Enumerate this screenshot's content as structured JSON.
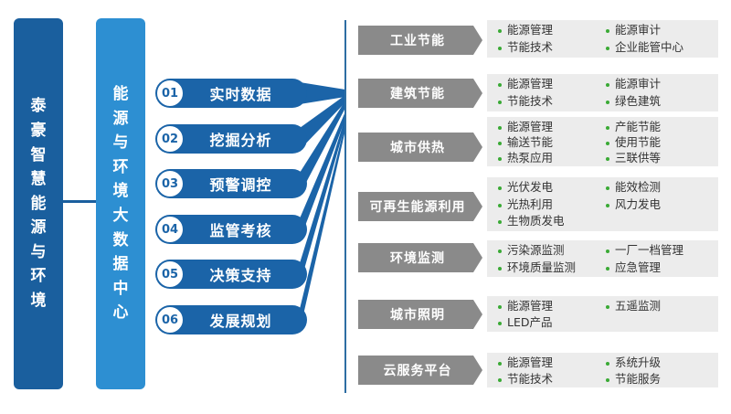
{
  "left_panel": {
    "label": [
      "泰",
      "豪",
      "智",
      "慧",
      "能",
      "源",
      "与",
      "环",
      "境"
    ]
  },
  "center_panel": {
    "label": [
      "能",
      "源",
      "与",
      "环",
      "境",
      "大",
      "数",
      "据",
      "中",
      "心"
    ]
  },
  "functions": [
    {
      "num": "01",
      "label": "实时数据"
    },
    {
      "num": "02",
      "label": "挖掘分析"
    },
    {
      "num": "03",
      "label": "预警调控"
    },
    {
      "num": "04",
      "label": "监管考核"
    },
    {
      "num": "05",
      "label": "决策支持"
    },
    {
      "num": "06",
      "label": "发展规划"
    }
  ],
  "categories": [
    {
      "label": "工业节能",
      "items": [
        "能源管理",
        "能源审计",
        "节能技术",
        "企业能管中心"
      ]
    },
    {
      "label": "建筑节能",
      "items": [
        "能源管理",
        "能源审计",
        "节能技术",
        "绿色建筑"
      ]
    },
    {
      "label": "城市供热",
      "items": [
        "能源管理",
        "产能节能",
        "输送节能",
        "使用节能",
        "热泵应用",
        "三联供等"
      ]
    },
    {
      "label": "可再生能源利用",
      "items": [
        "光伏发电",
        "能效检测",
        "光热利用",
        "风力发电",
        "生物质发电"
      ]
    },
    {
      "label": "环境监测",
      "items": [
        "污染源监测",
        "一厂一档管理",
        "环境质量监测",
        "应急管理"
      ]
    },
    {
      "label": "城市照明",
      "items": [
        "能源管理",
        "五遥监测",
        "LED产品"
      ]
    },
    {
      "label": "云服务平台",
      "items": [
        "能源管理",
        "系统升级",
        "节能技术",
        "节能服务"
      ]
    }
  ],
  "colors": {
    "dark_blue": "#1a5f9e",
    "mid_blue": "#2d8fd2",
    "pill_blue": "#1b64a8",
    "tag_gray": "#8a8a8a",
    "bullet_green": "#3aaa35"
  }
}
